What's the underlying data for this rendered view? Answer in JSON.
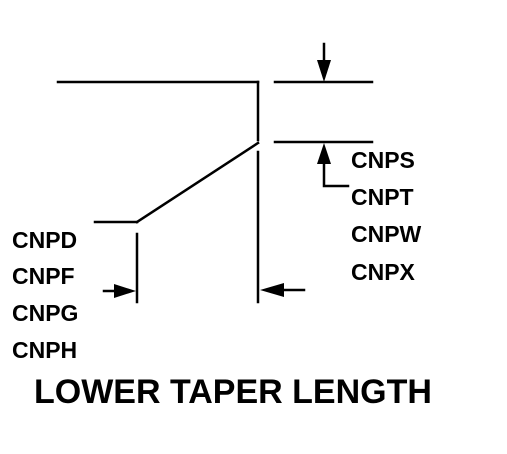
{
  "colors": {
    "line": "#000000",
    "background": "#ffffff"
  },
  "labels": {
    "left": [
      "CNPD",
      "CNPF",
      "CNPG",
      "CNPH"
    ],
    "right": [
      "CNPS",
      "CNPT",
      "CNPW",
      "CNPX"
    ]
  },
  "title": "LOWER TAPER LENGTH"
}
